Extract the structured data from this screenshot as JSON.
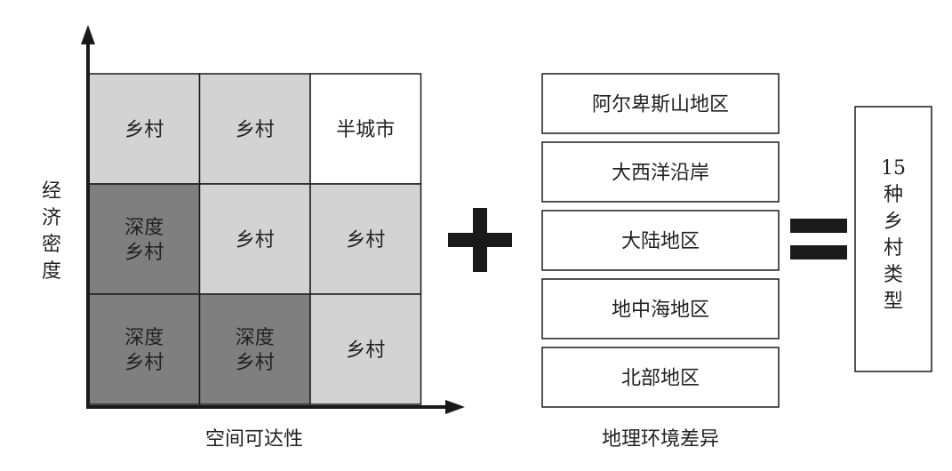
{
  "grid": {
    "rows": [
      [
        {
          "lines": [
            "乡村"
          ],
          "shade": "light"
        },
        {
          "lines": [
            "乡村"
          ],
          "shade": "light"
        },
        {
          "lines": [
            "半城市"
          ],
          "shade": "white"
        }
      ],
      [
        {
          "lines": [
            "深度",
            "乡村"
          ],
          "shade": "dark"
        },
        {
          "lines": [
            "乡村"
          ],
          "shade": "light"
        },
        {
          "lines": [
            "乡村"
          ],
          "shade": "light"
        }
      ],
      [
        {
          "lines": [
            "深度",
            "乡村"
          ],
          "shade": "dark"
        },
        {
          "lines": [
            "深度",
            "乡村"
          ],
          "shade": "dark"
        },
        {
          "lines": [
            "乡村"
          ],
          "shade": "light"
        }
      ]
    ]
  },
  "axes": {
    "y_label": [
      "经",
      "济",
      "密",
      "度"
    ],
    "x_label": "空间可达性"
  },
  "plus_symbol": "+",
  "regions": {
    "items": [
      "阿尔卑斯山地区",
      "大西洋沿岸",
      "大陆地区",
      "地中海地区",
      "北部地区"
    ],
    "caption": "地理环境差异"
  },
  "equals_symbol": "=",
  "result": {
    "lines": [
      "15",
      "种",
      "乡",
      "村",
      "类",
      "型"
    ]
  },
  "colors": {
    "dark": "#7f7f7f",
    "light": "#d3d3d3",
    "white": "#ffffff",
    "stroke": "#1a1a1a"
  }
}
